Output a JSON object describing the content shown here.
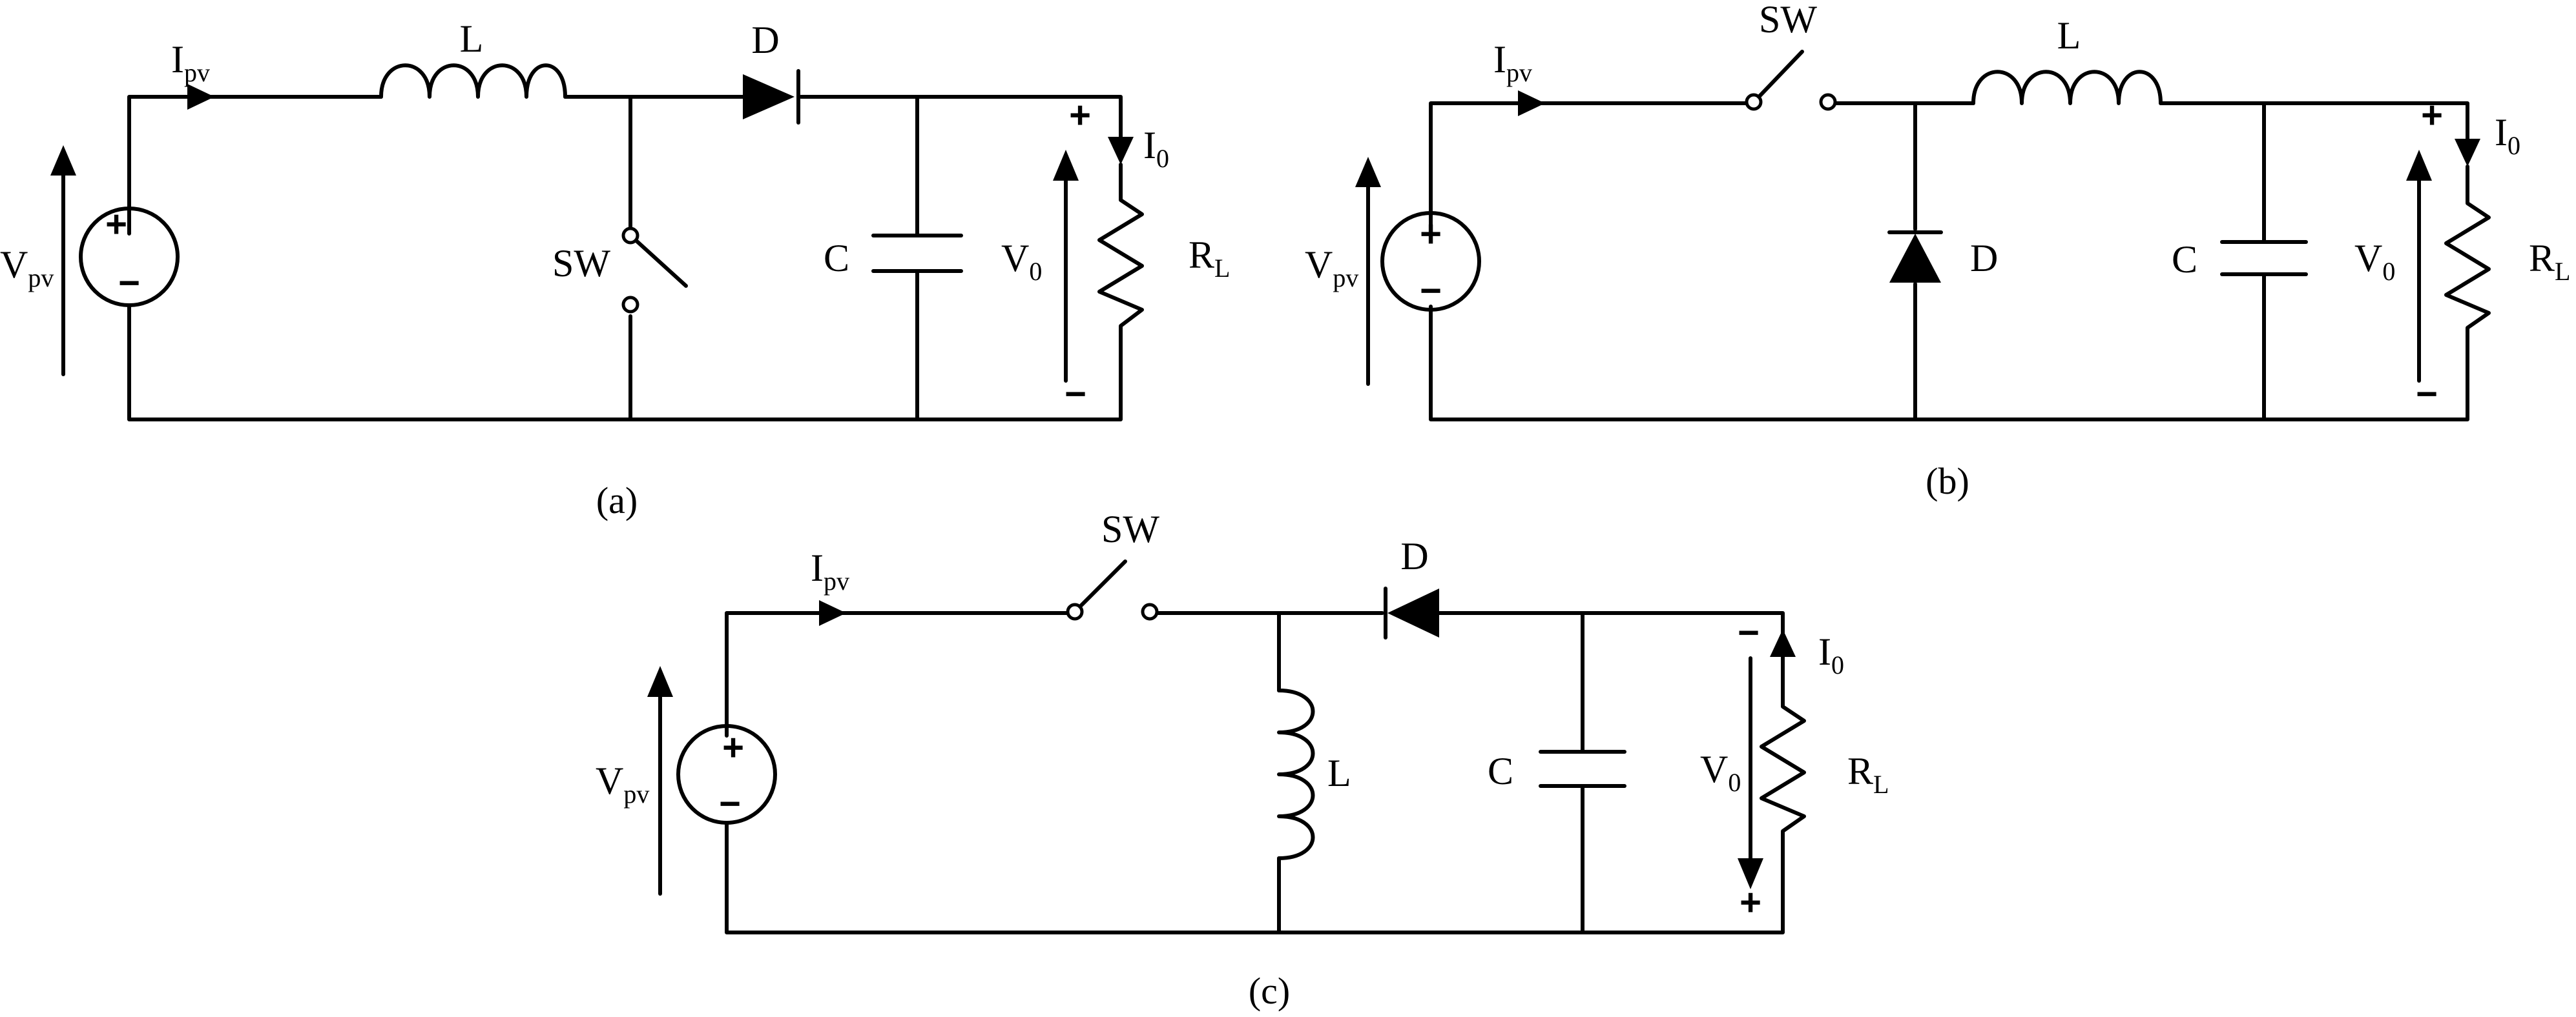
{
  "diagrams": [
    {
      "caption": "(a)",
      "labels": {
        "source_v": "V",
        "source_v_sub": "pv",
        "current_in": "I",
        "current_in_sub": "pv",
        "inductor": "L",
        "diode": "D",
        "switch": "SW",
        "capacitor": "C",
        "output_v": "V",
        "output_v_sub": "0",
        "output_i": "I",
        "output_i_sub": "0",
        "load": "R",
        "load_sub": "L",
        "plus": "+",
        "minus": "−"
      }
    },
    {
      "caption": "(b)",
      "labels": {
        "source_v": "V",
        "source_v_sub": "pv",
        "current_in": "I",
        "current_in_sub": "pv",
        "inductor": "L",
        "diode": "D",
        "switch": "SW",
        "capacitor": "C",
        "output_v": "V",
        "output_v_sub": "0",
        "output_i": "I",
        "output_i_sub": "0",
        "load": "R",
        "load_sub": "L",
        "plus": "+",
        "minus": "−"
      }
    },
    {
      "caption": "(c)",
      "labels": {
        "source_v": "V",
        "source_v_sub": "pv",
        "current_in": "I",
        "current_in_sub": "pv",
        "inductor": "L",
        "diode": "D",
        "switch": "SW",
        "capacitor": "C",
        "output_v": "V",
        "output_v_sub": "0",
        "output_i": "I",
        "output_i_sub": "0",
        "load": "R",
        "load_sub": "L",
        "plus": "+",
        "minus": "−"
      }
    }
  ]
}
